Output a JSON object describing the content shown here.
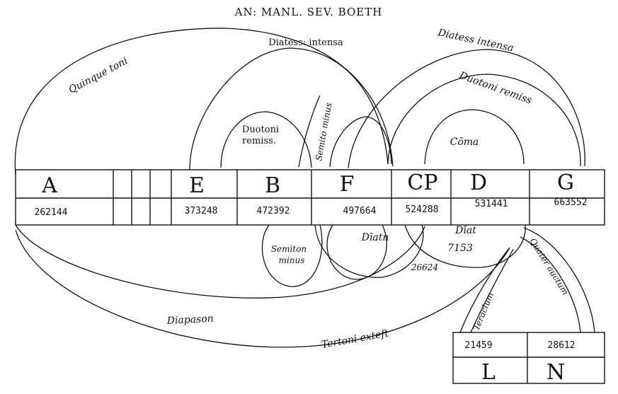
{
  "header": {
    "title": "AN: MANL. SEV. BOETH"
  },
  "scale": {
    "cells": [
      {
        "letter": "A",
        "value": "262144"
      },
      {
        "letter": "",
        "value": ""
      },
      {
        "letter": "",
        "value": ""
      },
      {
        "letter": "",
        "value": ""
      },
      {
        "letter": "E",
        "value": "373248"
      },
      {
        "letter": "B",
        "value": "472392"
      },
      {
        "letter": "F",
        "value": "497664"
      },
      {
        "letter": "CP",
        "value": "524288"
      },
      {
        "letter": "D",
        "value": "531441"
      },
      {
        "letter": "G",
        "value": "663552"
      }
    ]
  },
  "lower_box": {
    "cells": [
      {
        "letter": "L",
        "value": "21459"
      },
      {
        "letter": "N",
        "value": "28612"
      }
    ]
  },
  "arc_labels": {
    "quinque_toni": "Quinque toni",
    "diatess_intensa_top": "Diatess: intensa",
    "diatess_intensa_right": "Diatess intensa",
    "duotoni_remiss": "Duotoni remiss",
    "duotoni_reduss": [
      "Duotoni",
      "remiss."
    ],
    "semito_minus": "Semito minus",
    "coma": "Cōma",
    "semiton_minus_low": [
      "Semiton",
      "minus"
    ],
    "diatn": "Dīatn",
    "diat_label": "Dīat",
    "diat_value": "7153",
    "small_value": "26624",
    "diapason": "Diapason",
    "tertoni": "Tertoni exteft",
    "teractum": "Teraclum",
    "quater_auctum": "Quater auctum"
  }
}
